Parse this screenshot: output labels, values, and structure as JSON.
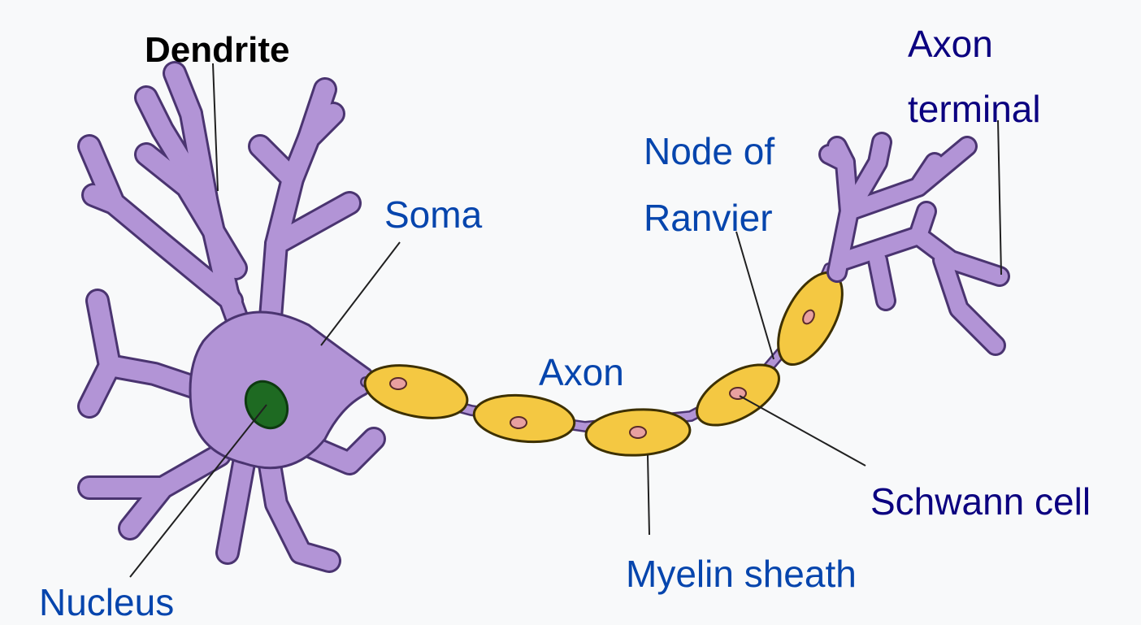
{
  "labels": {
    "dendrite": "Dendrite",
    "axon_terminal_1": "Axon",
    "axon_terminal_2": "terminal",
    "node_of_ranvier_1": "Node of",
    "node_of_ranvier_2": "Ranvier",
    "soma": "Soma",
    "axon": "Axon",
    "schwann_cell": "Schwann cell",
    "myelin_sheath": "Myelin sheath",
    "nucleus": "Nucleus"
  },
  "colors": {
    "background": "#f8f9fa",
    "neuron_body": "#b294d6",
    "neuron_outline": "#4a3470",
    "myelin": "#f4c842",
    "myelin_outline": "#3d3000",
    "schwann_nucleus": "#e8a0a0",
    "nucleus": "#1e6a22",
    "leader_line": "#202020",
    "label_dark": "#000000",
    "label_blue": "#0645ad",
    "label_navy": "#0b0080"
  }
}
